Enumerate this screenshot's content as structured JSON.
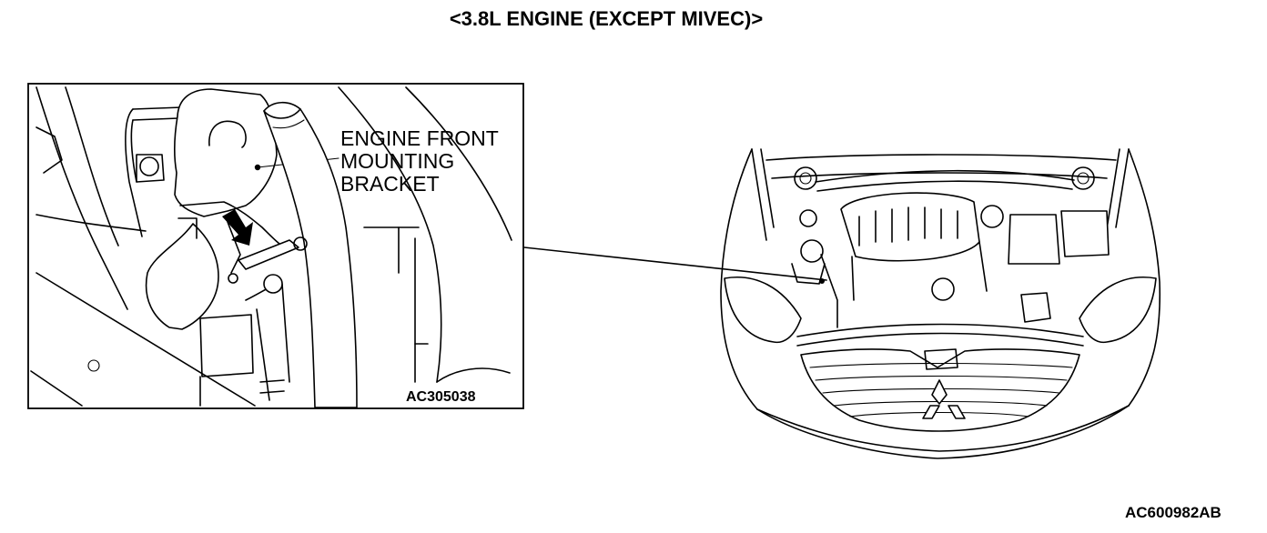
{
  "header": {
    "title": "<3.8L ENGINE (EXCEPT MIVEC)>"
  },
  "inset": {
    "callout_lines": [
      "ENGINE FRONT",
      "MOUNTING",
      "BRACKET"
    ],
    "code": "AC305038"
  },
  "figure": {
    "code": "AC600982AB"
  }
}
